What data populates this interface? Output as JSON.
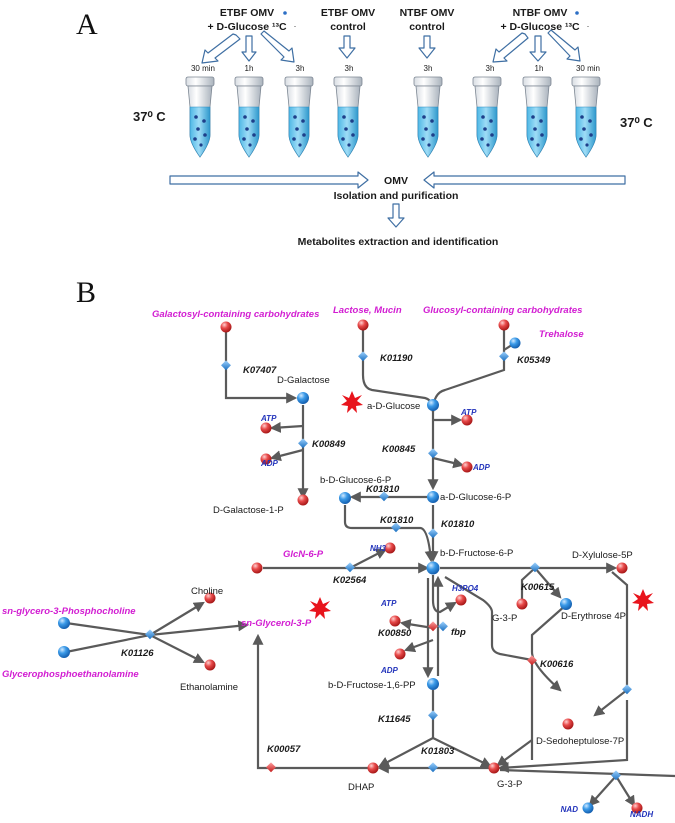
{
  "panel_a": {
    "letter": "A",
    "etbf_glucose_line1": "ETBF OMV",
    "etbf_glucose_line2": "+ D-Glucose ¹³C",
    "etbf_control_line1": "ETBF OMV",
    "etbf_control_line2": "control",
    "ntbf_control_line1": "NTBF OMV",
    "ntbf_control_line2": "control",
    "ntbf_glucose_line1": "NTBF OMV",
    "ntbf_glucose_line2": "+ D-Glucose ¹³C",
    "temp_left": "37⁰ C",
    "temp_right": "37⁰ C",
    "tube_times": [
      "30 min",
      "1h",
      "3h",
      "3h",
      "3h",
      "3h",
      "1h",
      "30 min"
    ],
    "omv": "OMV",
    "isolation": "Isolation and purification",
    "extraction": "Metabolites extraction and identification"
  },
  "panel_b": {
    "letter": "B",
    "sources": {
      "galactosyl": "Galactosyl-containing carbohydrates",
      "lactose": "Lactose, Mucin",
      "glucosyl": "Glucosyl-containing carbohydrates",
      "trehalose": "Trehalose",
      "glcn6p": "GlcN-6-P",
      "snglycero3pc": "sn-glycero-3-Phosphocholine",
      "glycerophosphoethanolamine": "Glycerophosphoethanolamine",
      "snglycerol3p": "sn-Glycerol-3-P"
    },
    "metabolites": {
      "d_galactose": "D-Galactose",
      "a_d_glucose": "a-D-Glucose",
      "d_galactose_1p": "D-Galactose-1-P",
      "b_d_glucose_6p": "b-D-Glucose-6-P",
      "a_d_glucose_6p": "a-D-Glucose-6-P",
      "b_d_fructose_6p": "b-D-Fructose-6-P",
      "d_xylulose_5p": "D-Xylulose-5P",
      "g3p_upper": "G-3-P",
      "d_erythrose_4p": "D-Erythrose 4P",
      "choline": "Choline",
      "ethanolamine": "Ethanolamine",
      "b_d_fructose_16pp": "b-D-Fructose-1,6-PP",
      "d_sedoheptulose_7p": "D-Sedoheptulose-7P",
      "dhap": "DHAP",
      "g3p_lower": "G-3-P"
    },
    "enzymes": {
      "k07407": "K07407",
      "k01190": "K01190",
      "k05349": "K05349",
      "k00849": "K00849",
      "k00845": "K00845",
      "k01810_a": "K01810",
      "k01810_b": "K01810",
      "k01810_c": "K01810",
      "k02564": "K02564",
      "k00615": "K00615",
      "k00850": "K00850",
      "fbp": "fbp",
      "k00616": "K00616",
      "k01126": "K01126",
      "k11645": "K11645",
      "k00057": "K00057",
      "k01803": "K01803"
    },
    "cofactors": {
      "atp_1": "ATP",
      "adp_1": "ADP",
      "atp_2": "ATP",
      "adp_2": "ADP",
      "nh3": "NH3",
      "h3po4": "H3PO4",
      "atp_3": "ATP",
      "adp_3": "ADP",
      "nad": "NAD",
      "nadh": "NADH"
    },
    "colors": {
      "magenta": "#d21dd2",
      "cofactor_blue": "#2233bb",
      "node_blue": "#2e8fe0",
      "node_red": "#e23636",
      "edge_grey": "#5a5a5a",
      "star_red": "#e8141c"
    }
  }
}
